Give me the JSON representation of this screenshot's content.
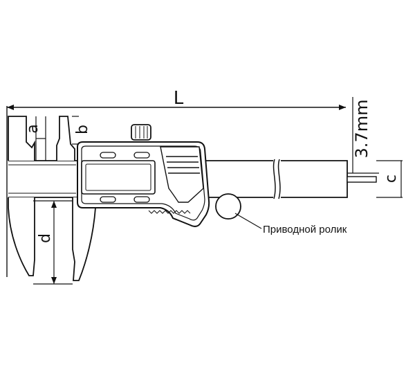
{
  "dimensions": {
    "length": "L",
    "a": "a",
    "b": "b",
    "c": "c",
    "d": "d",
    "thickness": "3.7mm"
  },
  "callout": {
    "label": "Приводной ролик"
  }
}
